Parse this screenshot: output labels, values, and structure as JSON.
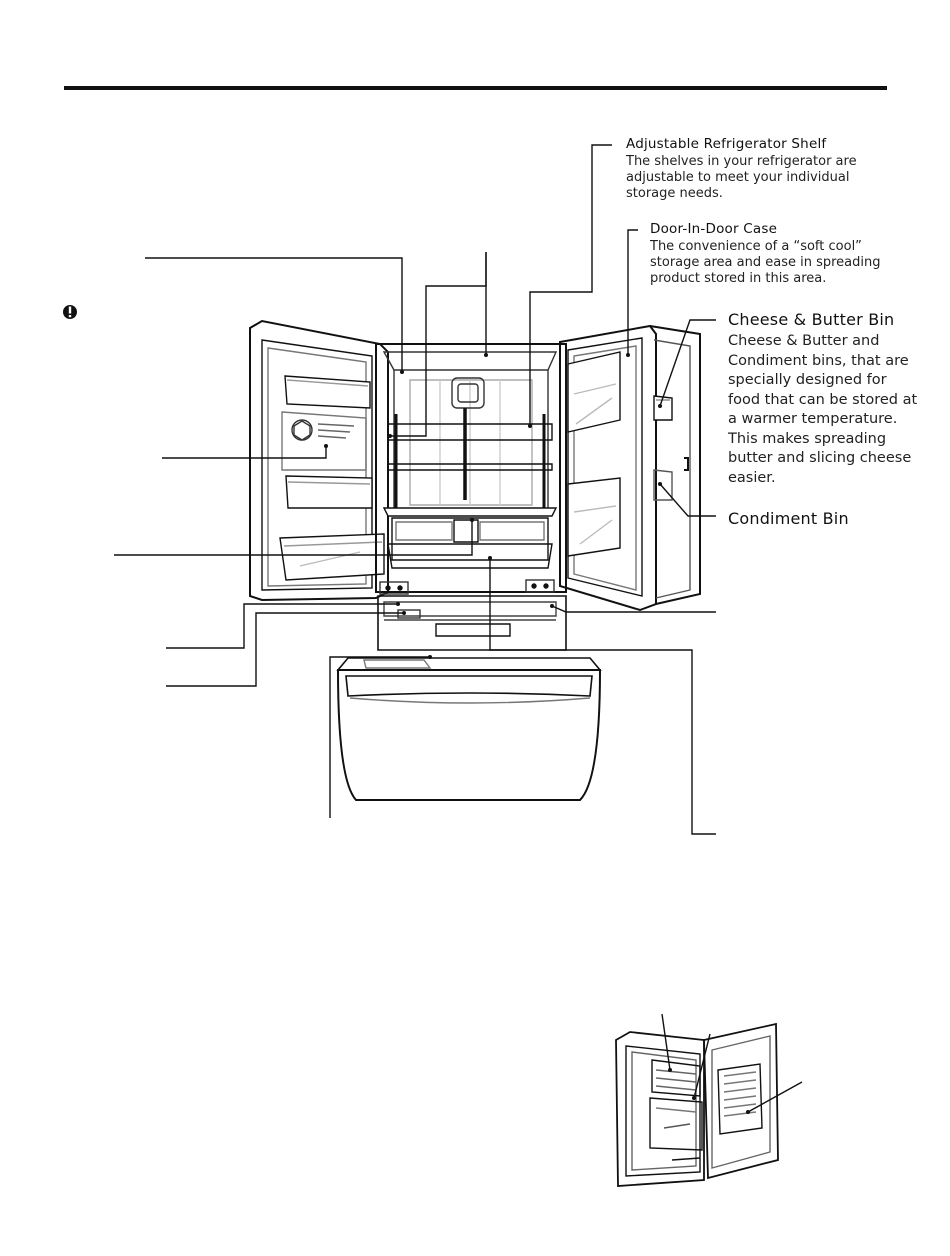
{
  "labels": {
    "adjustable_shelf": {
      "title": "Adjustable Refrigerator Shelf",
      "description": "The shelves in your refrigerator are adjustable to meet your individual storage needs."
    },
    "door_in_door": {
      "title": "Door-In-Door Case",
      "description": "The convenience of a “soft cool” storage area and ease in spreading product stored in this area."
    },
    "cheese_butter": {
      "title": "Cheese & Butter Bin",
      "description": "Cheese & Butter and Condiment bins, that are specially designed for food that can be stored at a warmer temperature. This makes spreading butter and slicing cheese easier."
    },
    "condiment": {
      "title": "Condiment Bin"
    }
  },
  "icons": {
    "warning": "exclamation-circle-icon"
  }
}
